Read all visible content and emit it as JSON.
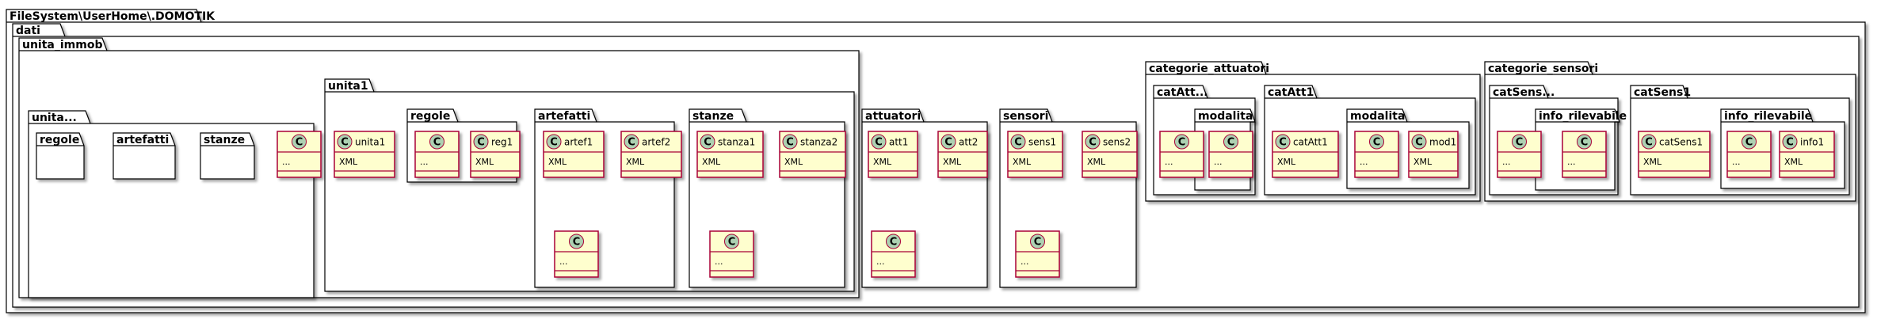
{
  "packages": {
    "root": "FileSystem\\UserHome\\.DOMOTIK",
    "dati": "dati",
    "unita_immob": "unita_immob",
    "unita_collapsed": "unita...",
    "regole_a": "regole",
    "artefatti_a": "artefatti",
    "stanze_a": "stanze",
    "unita1": "unita1",
    "regole_b": "regole",
    "artefatti_b": "artefatti",
    "stanze_b": "stanze",
    "attuatori": "attuatori",
    "sensori": "sensori",
    "categorie_attuatori": "categorie_attuatori",
    "catatt_collapsed": "catAtt...",
    "modalita_a": "modalita",
    "catatt1": "catAtt1",
    "modalita_b": "modalita",
    "categorie_sensori": "categorie_sensori",
    "catsens_collapsed": "catSens...",
    "info_rilevabile_a": "info_rilevabile",
    "catsens1": "catSens1",
    "info_rilevabile_b": "info_rilevabile"
  },
  "classes": {
    "unita_ellipsis": {
      "name": "...",
      "stereotype": ""
    },
    "unita1_file": {
      "name": "unita1",
      "stereotype": "XML"
    },
    "regole_ellipsis": {
      "name": "...",
      "stereotype": ""
    },
    "reg1": {
      "name": "reg1",
      "stereotype": "XML"
    },
    "artef1": {
      "name": "artef1",
      "stereotype": "XML"
    },
    "artef2": {
      "name": "artef2",
      "stereotype": "XML"
    },
    "artefatti_ellipsis": {
      "name": "...",
      "stereotype": ""
    },
    "stanza1": {
      "name": "stanza1",
      "stereotype": "XML"
    },
    "stanza2": {
      "name": "stanza2",
      "stereotype": "XML"
    },
    "stanze_ellipsis": {
      "name": "...",
      "stereotype": ""
    },
    "att1": {
      "name": "att1",
      "stereotype": "XML"
    },
    "att2": {
      "name": "att2",
      "stereotype": "XML"
    },
    "attuatori_ellipsis": {
      "name": "...",
      "stereotype": ""
    },
    "sens1": {
      "name": "sens1",
      "stereotype": "XML"
    },
    "sens2": {
      "name": "sens2",
      "stereotype": "XML"
    },
    "sensori_ellipsis": {
      "name": "...",
      "stereotype": ""
    },
    "catatt_ellipsis": {
      "name": "...",
      "stereotype": ""
    },
    "modalita_a_ellipsis": {
      "name": "...",
      "stereotype": ""
    },
    "catAtt1_file": {
      "name": "catAtt1",
      "stereotype": "XML"
    },
    "modalita_b_ellipsis": {
      "name": "...",
      "stereotype": ""
    },
    "mod1": {
      "name": "mod1",
      "stereotype": "XML"
    },
    "catsens_ellipsis": {
      "name": "...",
      "stereotype": ""
    },
    "info_a_ellipsis": {
      "name": "...",
      "stereotype": ""
    },
    "catSens1_file": {
      "name": "catSens1",
      "stereotype": "XML"
    },
    "info_b_ellipsis": {
      "name": "...",
      "stereotype": ""
    },
    "info1": {
      "name": "info1",
      "stereotype": "XML"
    }
  },
  "class_marker": "C",
  "colors": {
    "package_fill": "#ffffff",
    "package_stroke": "#000000",
    "class_fill": "#FEFECE",
    "class_stroke": "#A80036",
    "circle_fill": "#ADD1B2"
  }
}
